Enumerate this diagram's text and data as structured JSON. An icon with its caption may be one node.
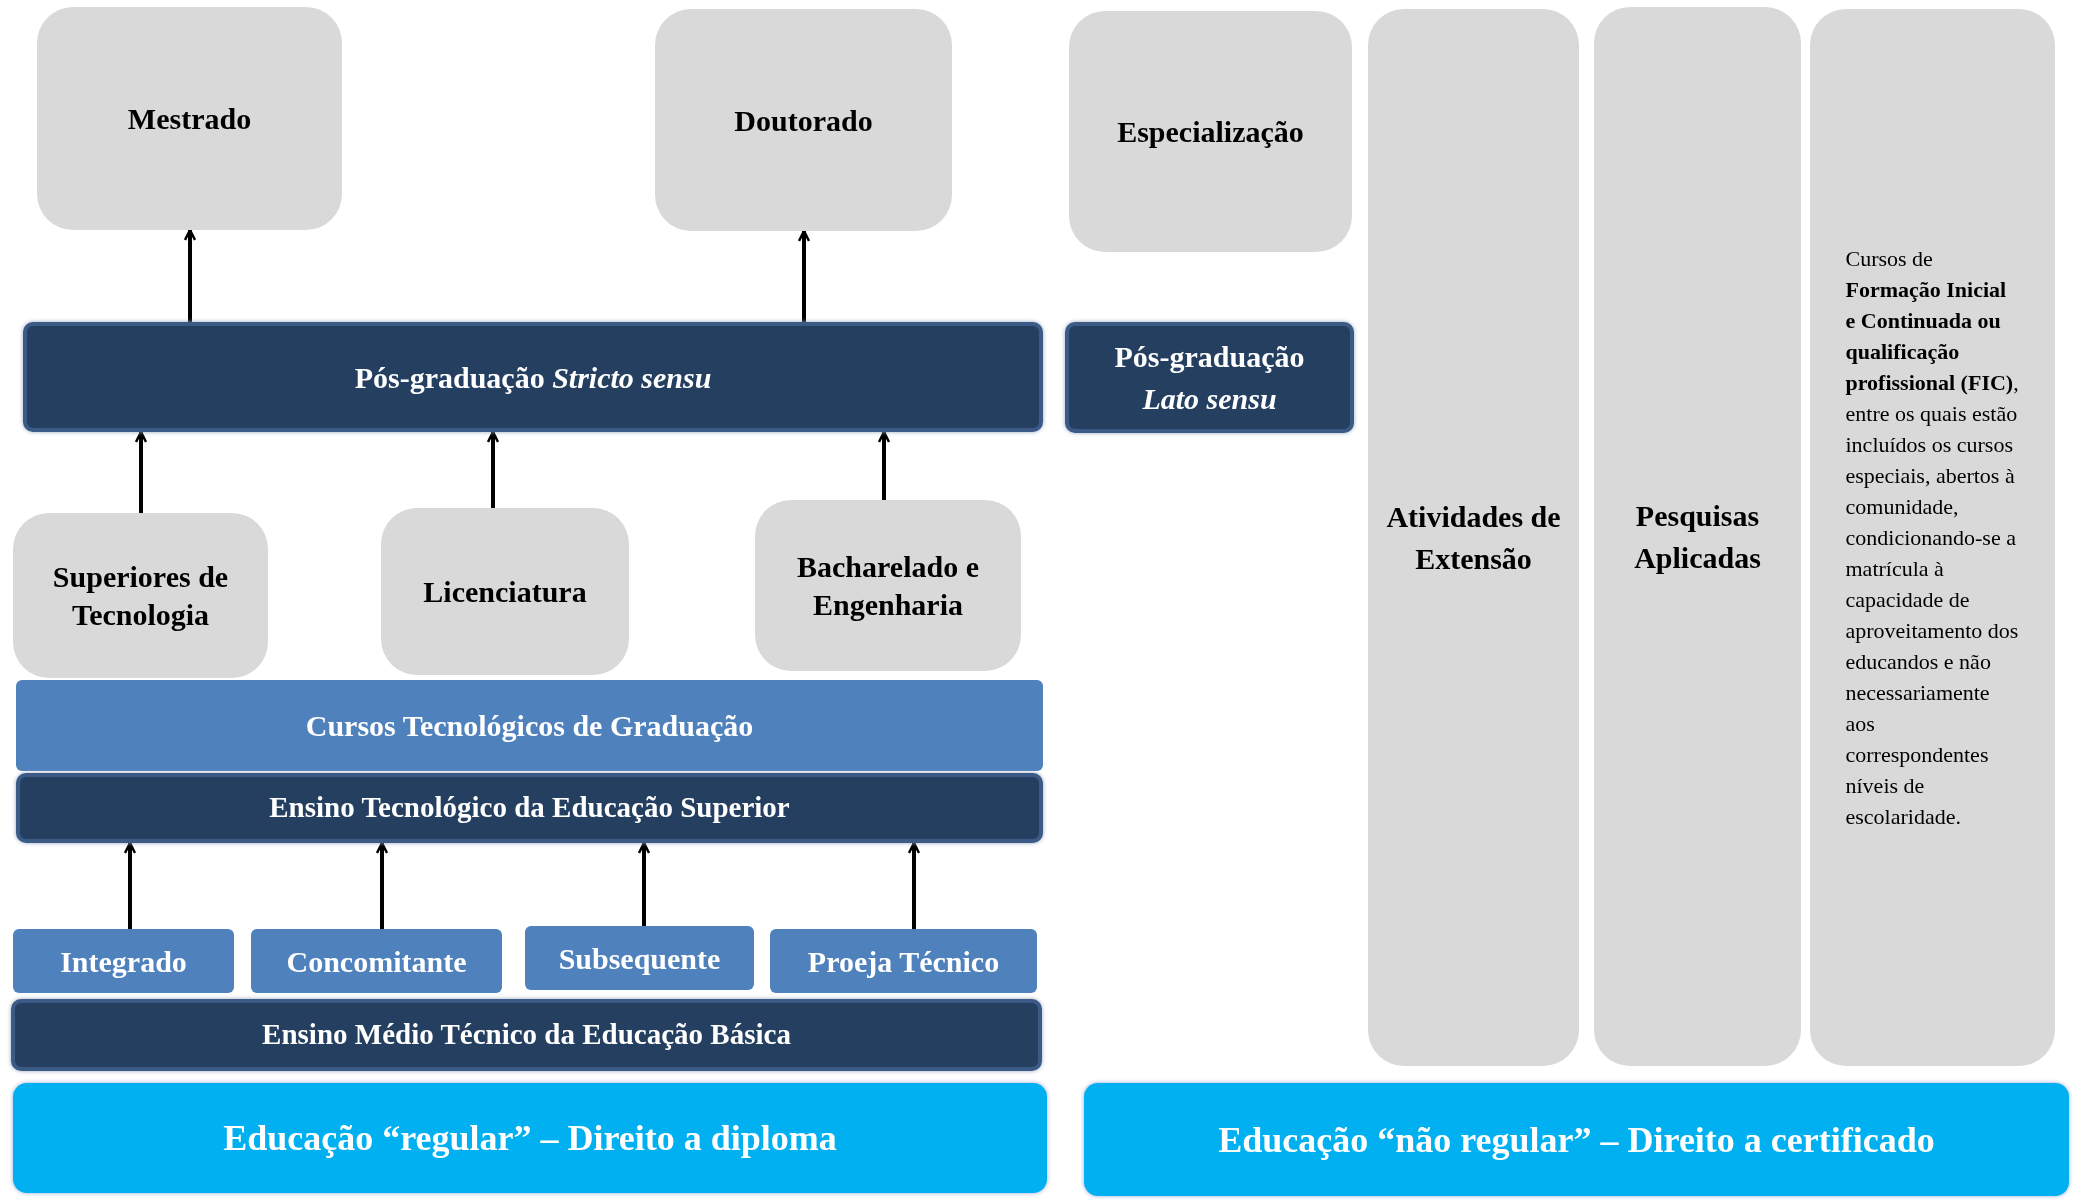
{
  "diagram": {
    "nodes": [
      {
        "text": [
          "Mestrado"
        ]
      },
      {
        "text": [
          "Doutorado"
        ]
      },
      {
        "text": [
          "Especialização"
        ]
      },
      {
        "text": [
          "Atividades de Extensão"
        ]
      },
      {
        "text": [
          "Pesquisas Aplicadas"
        ]
      },
      {
        "text": [
          "Cursos de **Formação Inicial e Continuada ou qualificação profissional (FIC)**, entre os quais estão incluídos os cursos especiais, abertos à comunidade, condicionando-se a matrícula à capacidade de aproveitamento dos educandos e não necessariamente aos correspondentes níveis de escolaridade."
        ]
      },
      {
        "text": [
          "Pós-graduação *Stricto sensu*"
        ]
      },
      {
        "text": [
          "Pós-graduação *Lato sensu*"
        ]
      },
      {
        "text": [
          "Superiores de Tecnologia"
        ]
      },
      {
        "text": [
          "Licenciatura"
        ]
      },
      {
        "text": [
          "Bacharelado e Engenharia"
        ]
      },
      {
        "text": [
          "Cursos Tecnológicos de Graduação"
        ]
      },
      {
        "text": [
          "Ensino Tecnológico da Educação Superior"
        ]
      },
      {
        "text": [
          "Integrado"
        ]
      },
      {
        "text": [
          "Concomitante"
        ]
      },
      {
        "text": [
          "Subsequente"
        ]
      },
      {
        "text": [
          "Proeja Técnico"
        ]
      },
      {
        "text": [
          "Ensino Médio Técnico da Educação Básica"
        ]
      },
      {
        "text": [
          "Educação “regular” – Direito a diploma"
        ]
      },
      {
        "text": [
          "Educação “não regular” – Direito a certificado"
        ]
      }
    ],
    "edges": [
      {
        "from": 6,
        "to": 0,
        "arrow": "to"
      },
      {
        "from": 6,
        "to": 1,
        "arrow": "to"
      },
      {
        "from": 8,
        "to": 6,
        "arrow": "to"
      },
      {
        "from": 9,
        "to": 6,
        "arrow": "to"
      },
      {
        "from": 10,
        "to": 6,
        "arrow": "to"
      },
      {
        "from": 13,
        "to": 12,
        "arrow": "to"
      },
      {
        "from": 14,
        "to": 12,
        "arrow": "to"
      },
      {
        "from": 15,
        "to": 12,
        "arrow": "to"
      },
      {
        "from": 16,
        "to": 12,
        "arrow": "to"
      }
    ]
  }
}
